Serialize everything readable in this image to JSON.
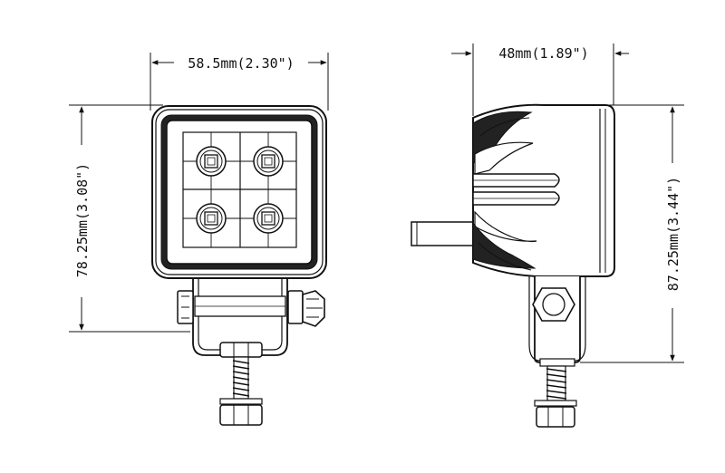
{
  "front_view": {
    "width_label": "58.5mm(2.30\")",
    "height_label": "78.25mm(3.08\")"
  },
  "side_view": {
    "depth_label": "48mm(1.89\")",
    "height_label": "87.25mm(3.44\")"
  },
  "colors": {
    "line": "#111111",
    "fill_dark": "#222222",
    "background": "#ffffff"
  }
}
